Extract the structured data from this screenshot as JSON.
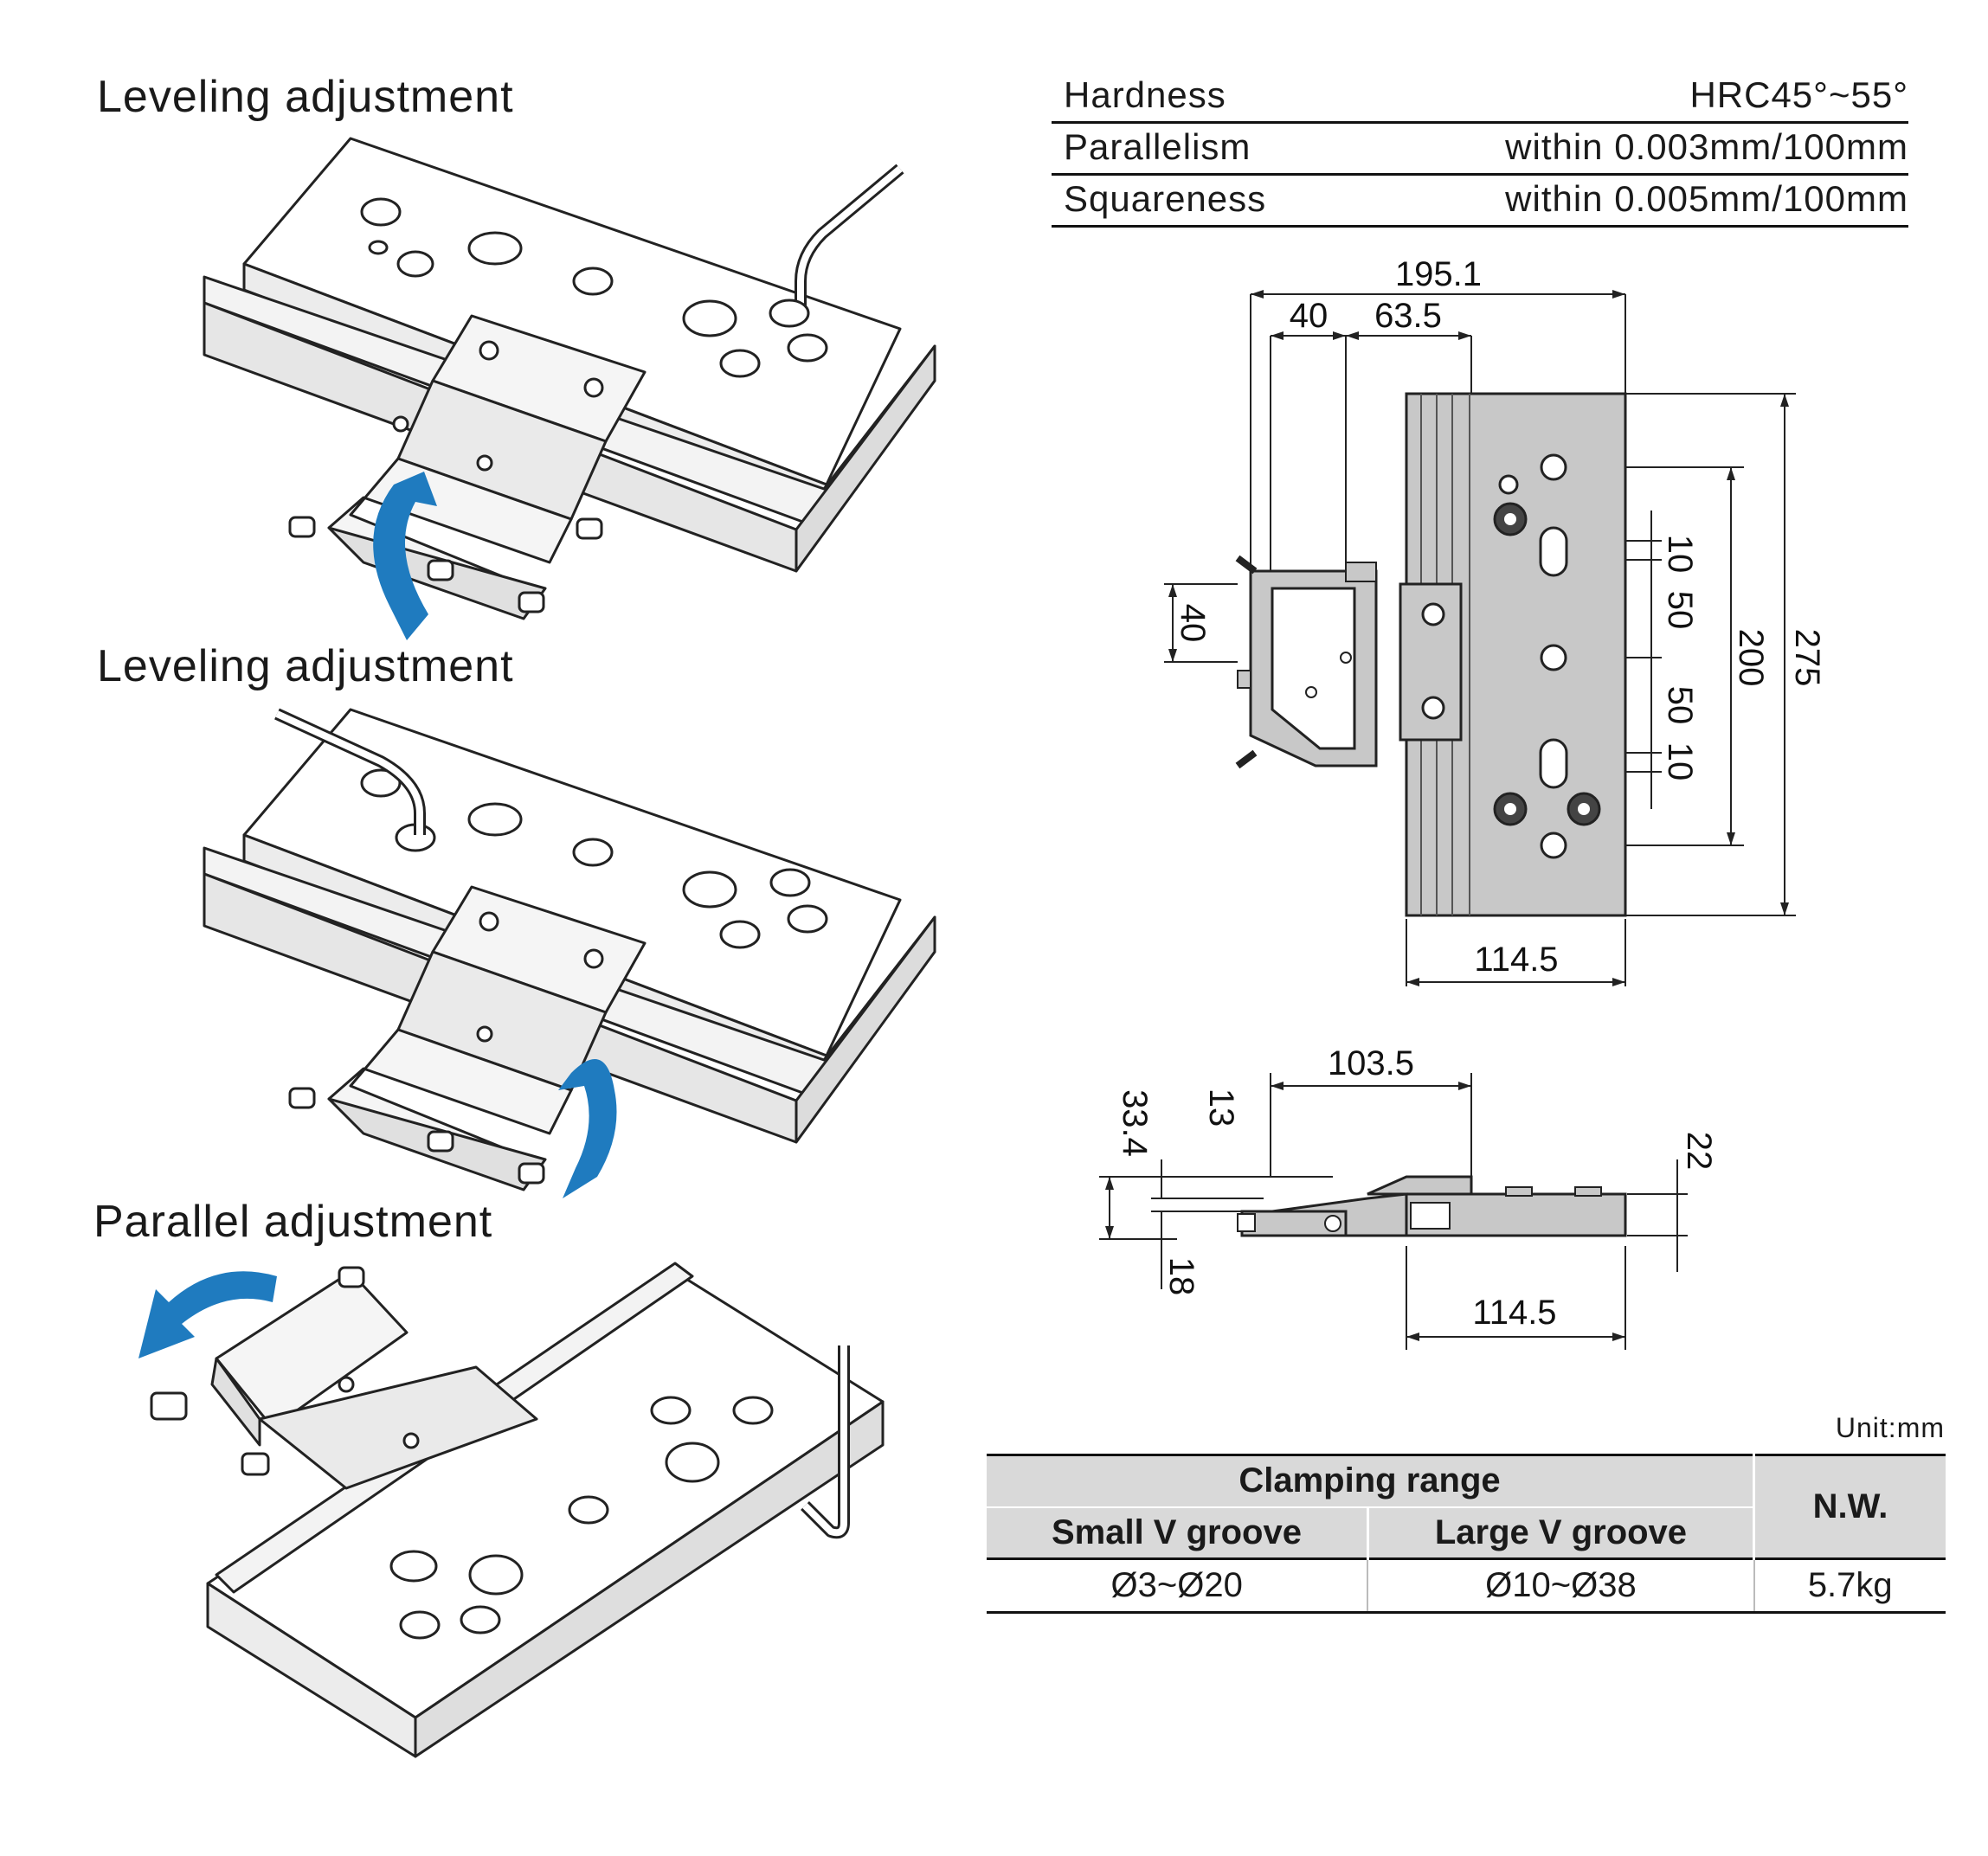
{
  "views": {
    "view1_title": "Leveling adjustment",
    "view2_title": "Leveling adjustment",
    "view3_title": "Parallel adjustment"
  },
  "specs": [
    {
      "label": "Hardness",
      "value": "HRC45°~55°"
    },
    {
      "label": "Parallelism",
      "value": "within 0.003mm/100mm"
    },
    {
      "label": "Squareness",
      "value": "within 0.005mm/100mm"
    }
  ],
  "top_view_dims": {
    "overall_width": "195.1",
    "d40": "40",
    "d63_5": "63.5",
    "jaw_height": "40",
    "slot_a": "10",
    "pitch_a": "50",
    "pitch_b": "50",
    "slot_b": "10",
    "hole_span": "200",
    "overall_length": "275",
    "base_width": "114.5"
  },
  "side_view_dims": {
    "jaw_reach": "103.5",
    "total_height": "33.4",
    "jaw_step": "13",
    "base_thickness": "22",
    "jaw_offset": "18",
    "base_width": "114.5"
  },
  "table": {
    "unit": "Unit:mm",
    "header_clamping": "Clamping range",
    "header_small": "Small V groove",
    "header_large": "Large V groove",
    "header_nw": "N.W.",
    "small_range": "Ø3~Ø20",
    "large_range": "Ø10~Ø38",
    "net_weight": "5.7kg"
  },
  "colors": {
    "arrow_blue": "#1f7bbf",
    "part_gray": "#c8c8c8",
    "table_header": "#d9d9d9"
  }
}
